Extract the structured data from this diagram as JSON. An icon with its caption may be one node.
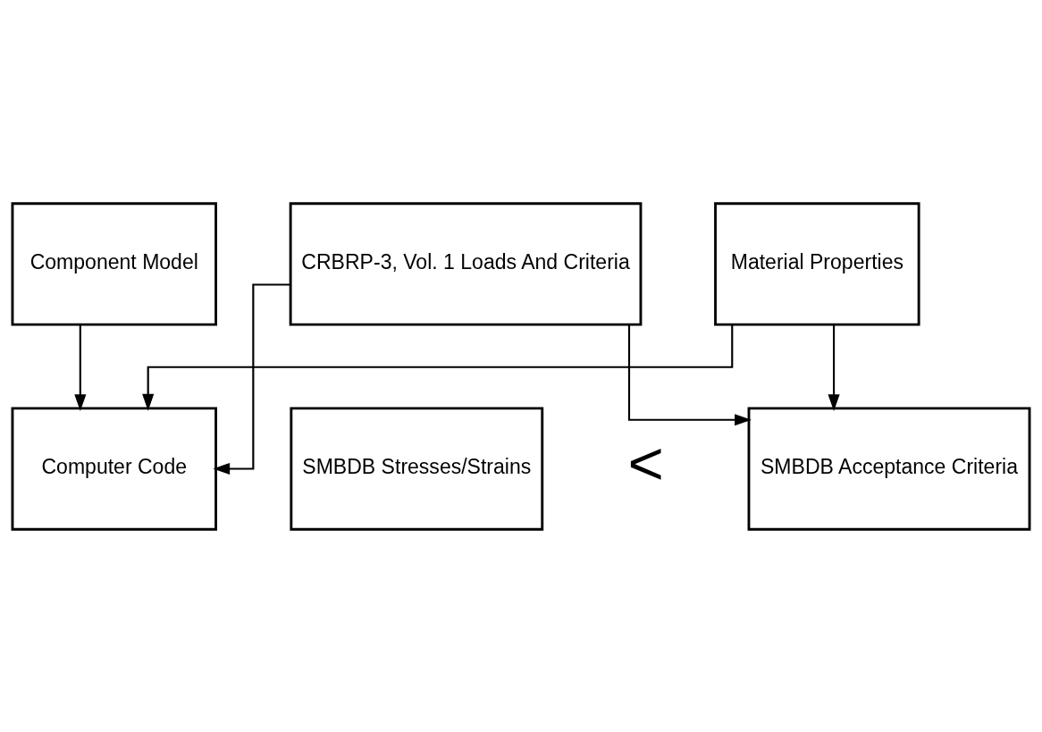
{
  "diagram": {
    "nodes": [
      {
        "text": [
          "Component Model"
        ]
      },
      {
        "text": [
          "CRBRP-3, Vol. 1 Loads And Criteria"
        ]
      },
      {
        "text": [
          "Material Properties"
        ]
      },
      {
        "text": [
          "Computer Code"
        ]
      },
      {
        "text": [
          "SMBDB Stresses/Strains"
        ]
      },
      {
        "text": [
          "SMBDB Acceptance Criteria"
        ]
      }
    ],
    "edges": [
      {
        "from": 0,
        "to": 3,
        "arrow": "to"
      },
      {
        "from": 1,
        "to": 3,
        "arrow": "to"
      },
      {
        "from": 2,
        "to": 3,
        "arrow": "to"
      },
      {
        "from": 1,
        "to": 5,
        "arrow": "to"
      },
      {
        "from": 2,
        "to": 5,
        "arrow": "to"
      }
    ],
    "labels": [
      "<"
    ]
  }
}
